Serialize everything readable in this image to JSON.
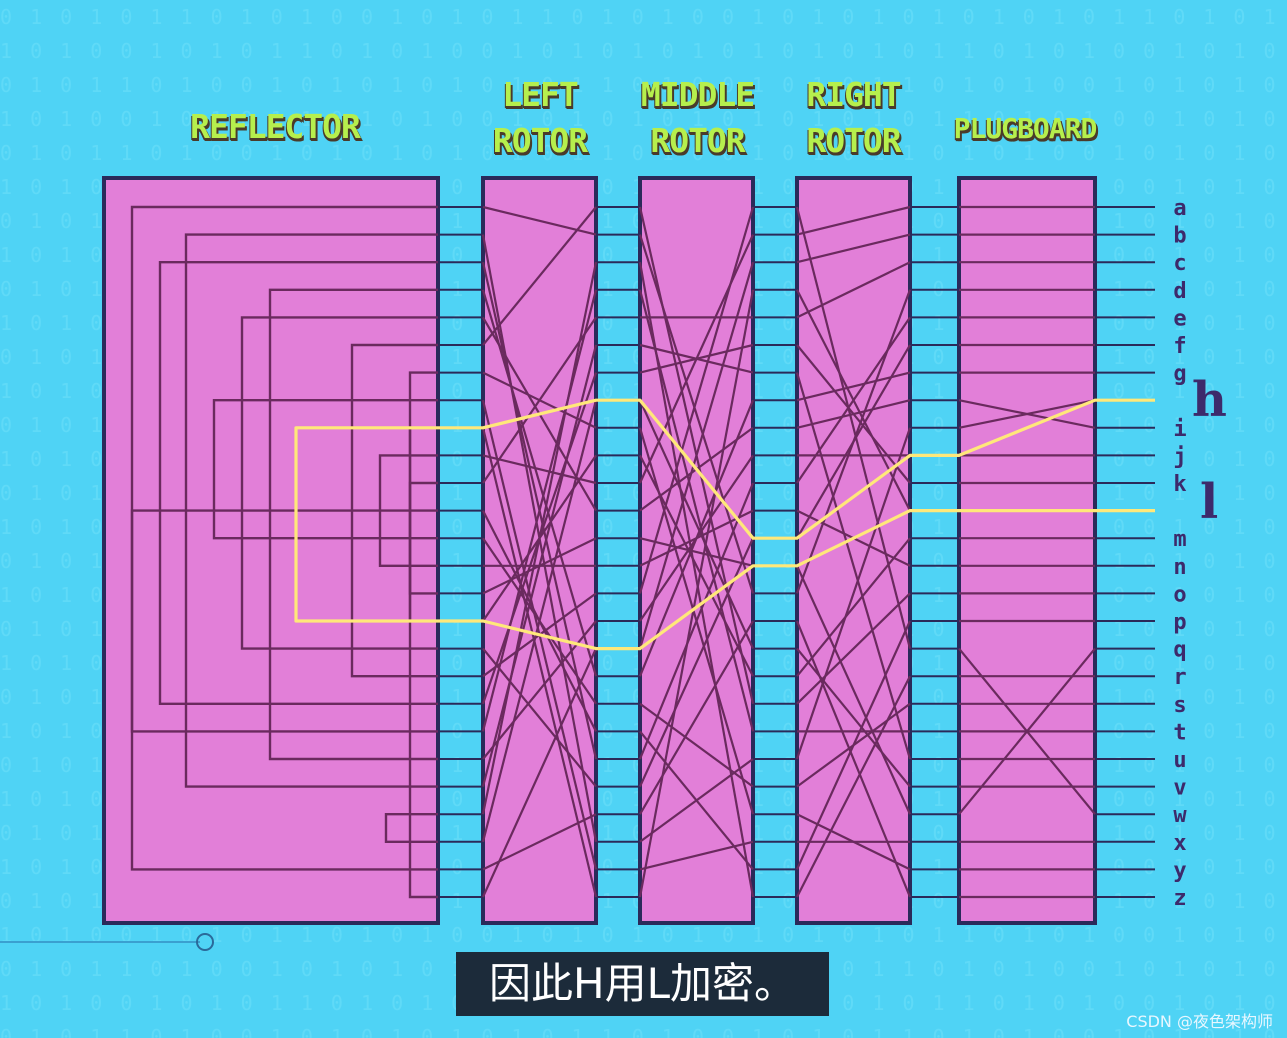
{
  "titles": {
    "reflector": "REFLECTOR",
    "left_rotor": "LEFT\nROTOR",
    "middle_rotor": "MIDDLE\nROTOR",
    "right_rotor": "RIGHT\nROTOR",
    "plugboard": "PLUGBOARD"
  },
  "letters": [
    "a",
    "b",
    "c",
    "d",
    "e",
    "f",
    "g",
    "h",
    "i",
    "j",
    "k",
    "l",
    "m",
    "n",
    "o",
    "p",
    "q",
    "r",
    "s",
    "t",
    "u",
    "v",
    "w",
    "x",
    "y",
    "z"
  ],
  "input_letter": "h",
  "output_letter": "l",
  "subtitle": "因此H用L加密。",
  "watermark": "CSDN @夜色架构师",
  "colors": {
    "background": "#4fd3f5",
    "box_fill": "#e27fd8",
    "box_border": "#2a2a5a",
    "wire": "#6a2a5e",
    "highlight": "#ffe87a",
    "title": "#b6ef4d",
    "letter": "#3d2a6b"
  }
}
